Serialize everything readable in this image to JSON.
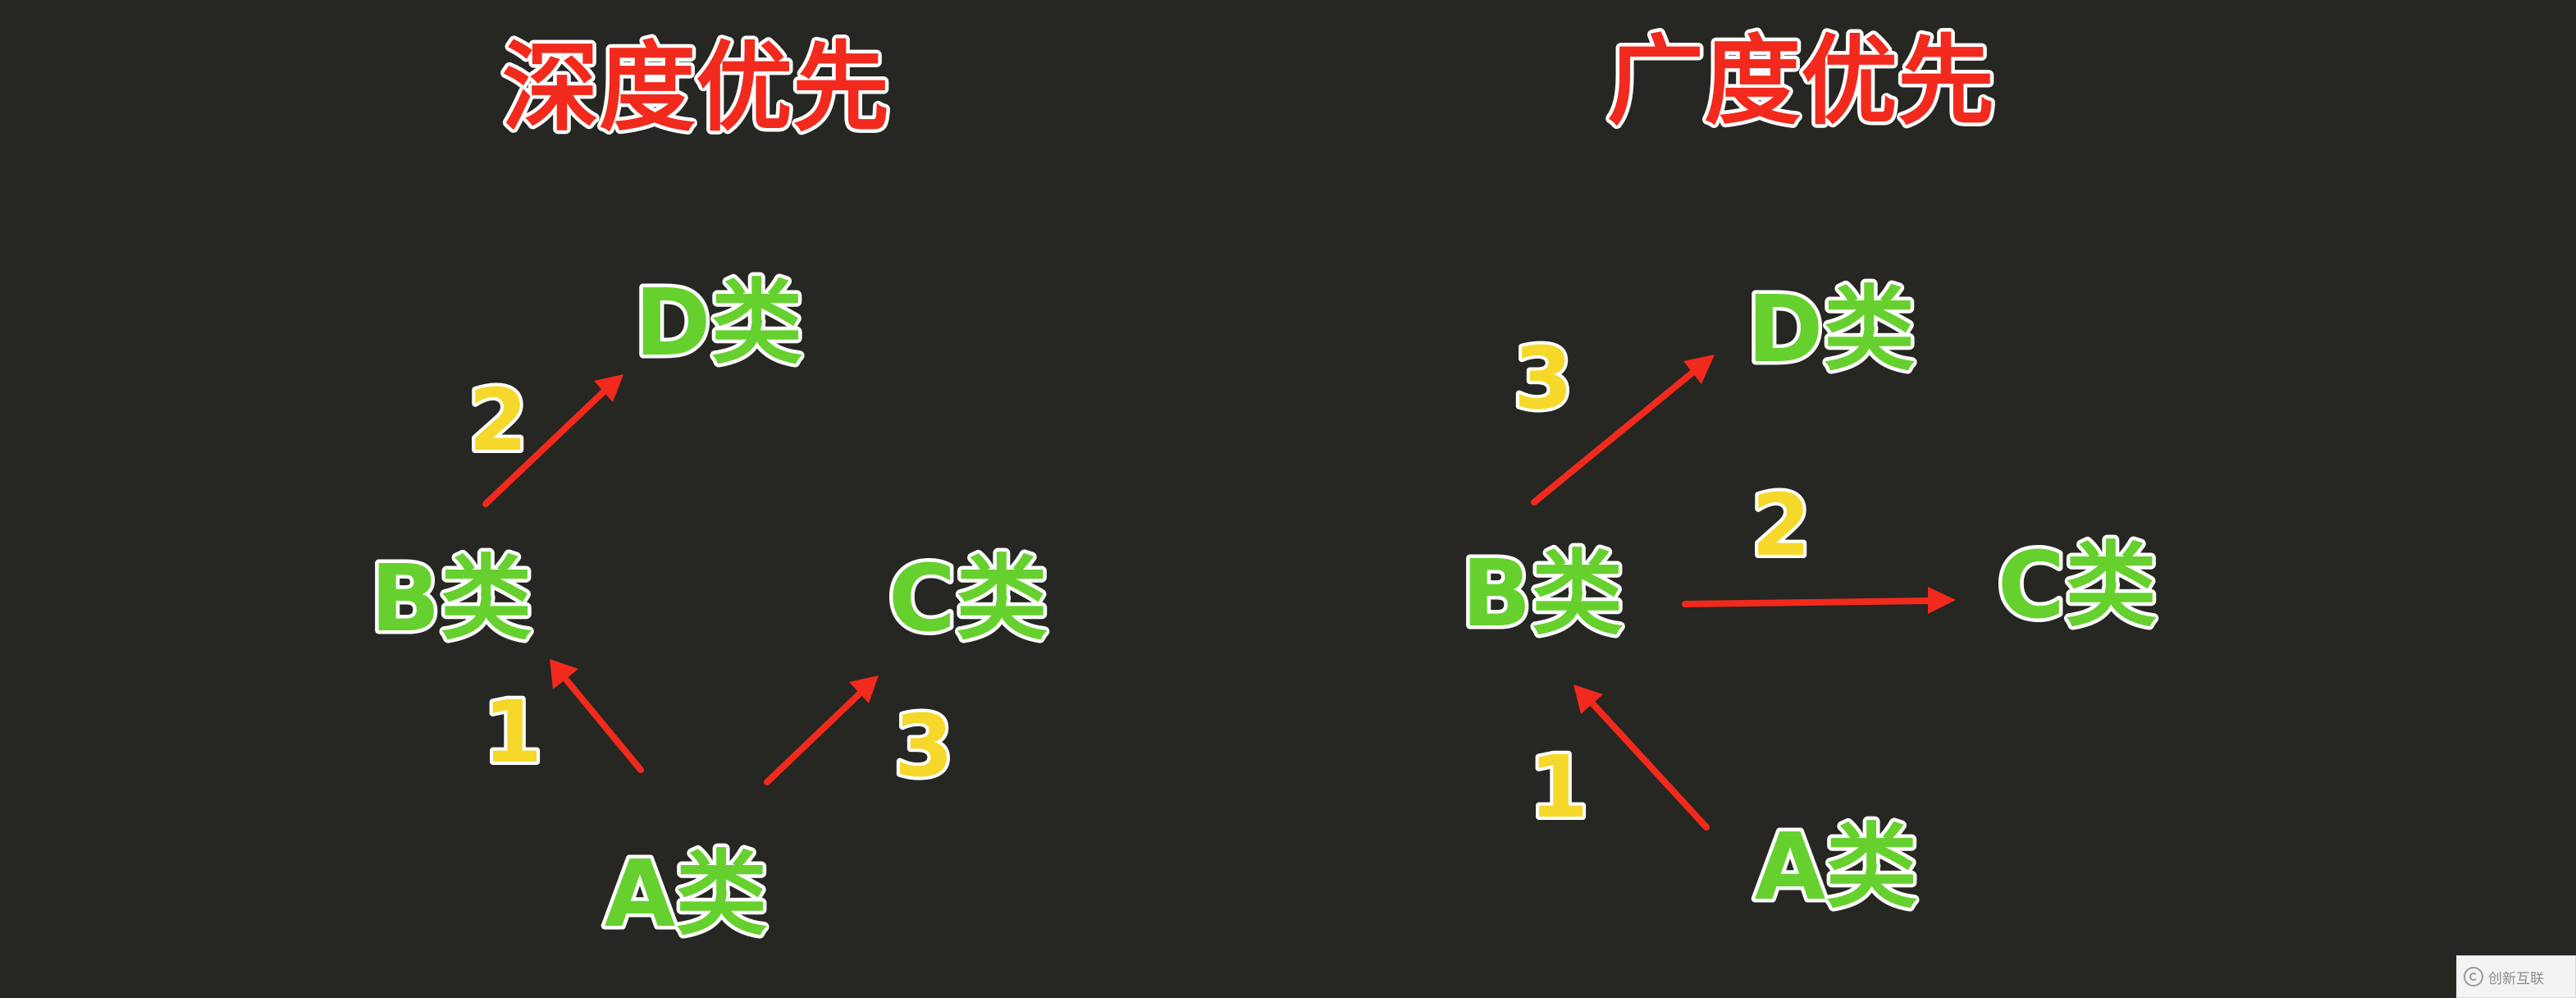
{
  "panels": [
    {
      "title": "深度优先",
      "nodes": [
        {
          "id": "A",
          "label": "A类"
        },
        {
          "id": "B",
          "label": "B类"
        },
        {
          "id": "C",
          "label": "C类"
        },
        {
          "id": "D",
          "label": "D类"
        }
      ],
      "edges": [
        {
          "from": "A",
          "to": "B",
          "step": "1"
        },
        {
          "from": "B",
          "to": "D",
          "step": "2"
        },
        {
          "from": "A",
          "to": "C",
          "step": "3"
        }
      ]
    },
    {
      "title": "广度优先",
      "nodes": [
        {
          "id": "A",
          "label": "A类"
        },
        {
          "id": "B",
          "label": "B类"
        },
        {
          "id": "C",
          "label": "C类"
        },
        {
          "id": "D",
          "label": "D类"
        }
      ],
      "edges": [
        {
          "from": "A",
          "to": "B",
          "step": "1"
        },
        {
          "from": "B",
          "to": "C",
          "step": "2"
        },
        {
          "from": "B",
          "to": "D",
          "step": "3"
        }
      ]
    }
  ],
  "colors": {
    "background": "#262622",
    "title": "#f12a1d",
    "node": "#66d12e",
    "step": "#f5d82a",
    "arrow": "#f12a1d"
  },
  "watermark": {
    "text": "创新互联",
    "icon": "logo-icon"
  }
}
